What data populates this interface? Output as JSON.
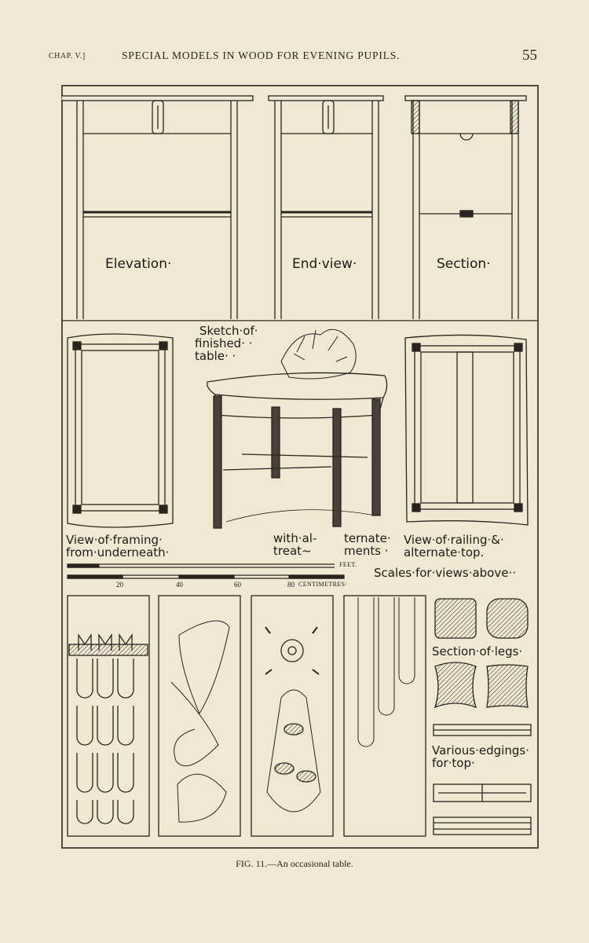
{
  "header": {
    "chapter": "CHAP. V.]",
    "title": "SPECIAL MODELS IN WOOD FOR EVENING PUPILS.",
    "page_number": "55"
  },
  "figure": {
    "labels": {
      "elevation": "Elevation·",
      "end_view": "End·view·",
      "section": "Section·",
      "sketch": [
        "Sketch·of·",
        "finished·  ·",
        "table·  ·"
      ],
      "framing": [
        "View·of·framing·",
        "from·underneath·"
      ],
      "alt_1": [
        "with·al-",
        "treat~"
      ],
      "alt_2": [
        "ternate·",
        "ments ·"
      ],
      "railing": [
        "View·of·railing·&·",
        "alternate·top."
      ],
      "scales": "Scales·for·views·above··",
      "feet": "FEET.",
      "centimetres": "CENTIMETRES·",
      "scale_ticks": [
        "20",
        "40",
        "60",
        "80"
      ],
      "legs": "Section·of·legs·",
      "edgings": [
        "Various·edgings·",
        "for·top·"
      ]
    }
  },
  "caption": "FIG. 11.—An occasional table."
}
